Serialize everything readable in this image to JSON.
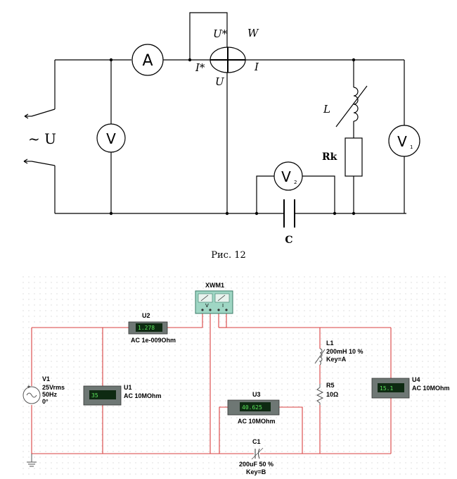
{
  "top_schematic": {
    "ammeter_symbol": "A",
    "voltmeter_symbol": "V",
    "wattmeter_u_star": "U*",
    "wattmeter_w": "W",
    "wattmeter_i_star": "I*",
    "wattmeter_i": "I",
    "wattmeter_u": "U",
    "source_label": "~ U",
    "inductor_label": "L",
    "resistor_label": "Rk",
    "capacitor_label": "C",
    "voltmeter1_sub": "1",
    "voltmeter2_sub": "2",
    "caption": "Рис. 12"
  },
  "multisim": {
    "xwm_label": "XWM1",
    "xwm_v": "V",
    "xwm_i": "I",
    "u2": {
      "name": "U2",
      "reading": "1.278",
      "desc": "AC  1e-009Ohm"
    },
    "u1": {
      "name": "U1",
      "reading": "35",
      "desc": "AC  10MOhm"
    },
    "u3": {
      "name": "U3",
      "reading": "40.625",
      "desc": "AC  10MOhm"
    },
    "u4": {
      "name": "U4",
      "reading": "15.1",
      "desc": "AC  10MOhm"
    },
    "v1": {
      "name": "V1",
      "line1": "25Vrms",
      "line2": "50Hz",
      "line3": "0°"
    },
    "l1": {
      "name": "L1",
      "line1": "200mH   10 %",
      "line2": "Key=A"
    },
    "r5": {
      "name": "R5",
      "value": "10Ω"
    },
    "c1": {
      "name": "C1",
      "line1": "200uF   50 %",
      "line2": "Key=B"
    }
  },
  "colors": {
    "wire_red": "#d94040",
    "meter_body": "#6e7774",
    "lcd_bg": "#0e2a12",
    "lcd_text": "#5ce65c",
    "grid_dot": "#c8c8c8"
  }
}
